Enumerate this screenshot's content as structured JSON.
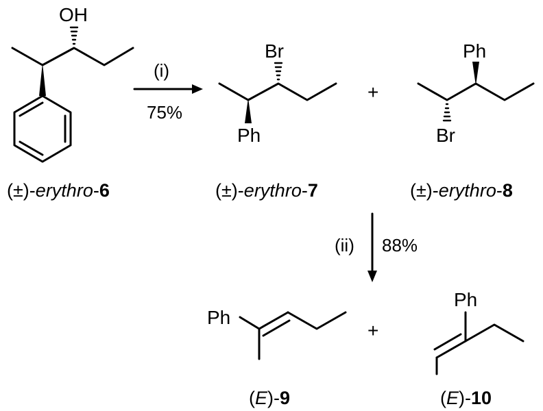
{
  "atoms": {
    "oh": "OH",
    "br_top": "Br",
    "ph_bottom": "Ph",
    "ph_top": "Ph",
    "br_bottom": "Br",
    "ph_left": "Ph",
    "ph_right": "Ph"
  },
  "operators": {
    "plus1": "+",
    "plus2": "+"
  },
  "conditions": {
    "step1_reagent": "(i)",
    "step1_yield": "75%",
    "step2_reagent": "(ii)",
    "step2_yield": "88%"
  },
  "labels": {
    "c6": {
      "prefix": "(±)-",
      "italic": "erythro",
      "sep": "-",
      "num": "6"
    },
    "c7": {
      "prefix": "(±)-",
      "italic": "erythro",
      "sep": "-",
      "num": "7"
    },
    "c8": {
      "prefix": "(±)-",
      "italic": "erythro",
      "sep": "-",
      "num": "8"
    },
    "c9": {
      "open": "(",
      "italic": "E",
      "close": ")-",
      "num": "9"
    },
    "c10": {
      "open": "(",
      "italic": "E",
      "close": ")-",
      "num": "10"
    }
  }
}
